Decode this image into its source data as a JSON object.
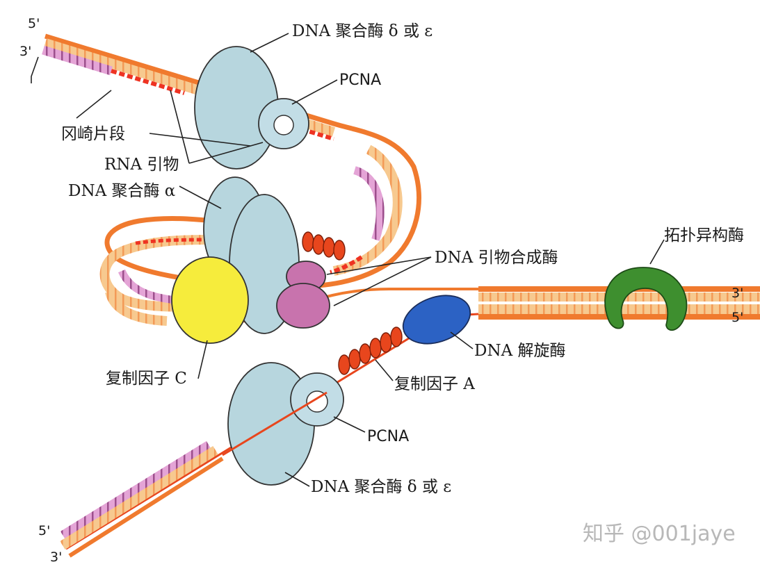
{
  "labels": {
    "pol_delta_top": "DNA 聚合酶 δ 或 ε",
    "pcna_top": "PCNA",
    "okazaki": "冈崎片段",
    "rna_primer": "RNA 引物",
    "pol_alpha": "DNA 聚合酶 α",
    "topoisomerase": "拓扑异构酶",
    "primase": "DNA 引物合成酶",
    "helicase": "DNA 解旋酶",
    "rfc": "复制因子 C",
    "rfa": "复制因子 A",
    "pcna_bottom": "PCNA",
    "pol_delta_bottom": "DNA 聚合酶 δ 或 ε"
  },
  "ends": {
    "top_left_5": "5'",
    "top_left_3": "3'",
    "right_3": "3'",
    "right_5": "5'",
    "bottom_5": "5'",
    "bottom_3": "3'"
  },
  "watermark": "知乎 @001jaye",
  "colors": {
    "parental_strand": "#f07a2e",
    "new_strand": "#f5c88a",
    "rna_primer": "#d98cc7",
    "okazaki_red": "#ee3322",
    "polymerase": "#b7d6de",
    "pcna": "#c2dde6",
    "rfc": "#f6ec3c",
    "primase": "#c873ad",
    "helicase": "#2c62c4",
    "topoisomerase": "#3e8f2f",
    "rfa": "#e8461d"
  }
}
